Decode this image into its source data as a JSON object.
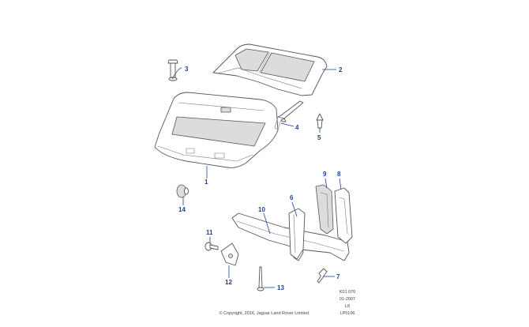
{
  "diagram": {
    "callouts": {
      "c1": "1",
      "c2": "2",
      "c3": "3",
      "c4": "4",
      "c5": "5",
      "c6": "6",
      "c7": "7",
      "c8": "8",
      "c9": "9",
      "c10": "10",
      "c11": "11",
      "c12": "12",
      "c13": "13",
      "c14": "14"
    },
    "callout_color": "#1c3f9e",
    "line_color": "#555555"
  },
  "footer": {
    "ref_code": "K01.070",
    "date": "01-2007",
    "variant": "L8",
    "illustration": "LP0106",
    "copyright": "© Copyright, 2016, Jaguar Land Rover Limited."
  }
}
